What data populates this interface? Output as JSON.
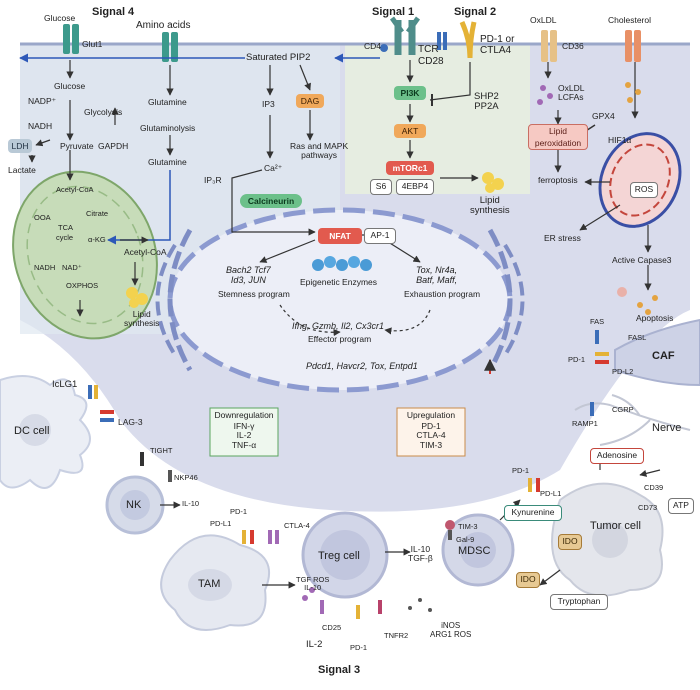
{
  "signals": {
    "s1": "Signal 1",
    "s2": "Signal 2",
    "s3": "Signal 3",
    "s4": "Signal 4"
  },
  "receptors": {
    "glucose": "Glucose",
    "glut1": "Glut1",
    "amino_acids": "Amino acids",
    "cd4": "CD4",
    "tcr": "TCR",
    "cd28": "CD28",
    "pd1_ctla4": "PD-1 or CTLA4",
    "oxldl": "OxLDL",
    "cd36": "CD36",
    "cholesterol": "Cholesterol"
  },
  "metabolism": {
    "glucose_in": "Glucose",
    "nadp": "NADP⁺",
    "nadh": "NADH",
    "glycolysis": "Glycolysis",
    "ldh": "LDH",
    "pyruvate": "Pyruvate",
    "gapdh": "GAPDH",
    "lactate": "Lactate",
    "acetyl_coa_mito": "Acetyl-CoA",
    "citrate": "Citrate",
    "ooa": "OOA",
    "tca": "TCA",
    "cycle": "cycle",
    "akg": "α-KG",
    "nadh2": "NADH",
    "nad": "NAD⁺",
    "oxphos": "OXPHOS",
    "glutamine1": "Glutamine",
    "glutaminolysis": "Glutaminolysis",
    "glutamine2": "Glutamine",
    "acetyl_coa": "Acetyl-CoA",
    "lipid_synthesis_left": "Lipid\nsynthesis"
  },
  "signaling": {
    "pip2": "Saturated PIP2",
    "ip3": "IP3",
    "dag": "DAG",
    "ras": "Ras and MAPK\npathways",
    "ca": "Ca²⁺",
    "ip3r": "IP₃R",
    "calcineurin": "Calcineurin",
    "pi3k": "PI3K",
    "shp2": "SHP2\nPP2A",
    "akt": "AKT",
    "mtorc1": "mTORc1",
    "s6": "S6",
    "4ebp4": "4EBP4",
    "lipid_synthesis_right": "Lipid\nsynthesis"
  },
  "lipid_path": {
    "oxldl_lcfas": "OxLDL\nLCFAs",
    "gpx4": "GPX4",
    "lipid_perox": "Lipid\nperoxidation",
    "ferroptosis": "ferroptosis",
    "hif1a": "HIF1α",
    "ros": "ROS",
    "er_stress": "ER stress",
    "caspase": "Active Capase3",
    "apoptosis": "Apoptosis"
  },
  "nucleus": {
    "nfat": "NFAT",
    "ap1": "AP-1",
    "stemness_genes": "Bach2 Tcf7\nId3, JUN",
    "stemness": "Stemness program",
    "epigenetic": "Epigenetic Enzymes",
    "exhaustion_genes": "Tox, Nr4a,\nBatf, Maff,",
    "exhaustion": "Exhaustion program",
    "effector_genes": "Ifng, Gzmb, Il2, Cx3cr1",
    "effector": "Effector program",
    "exhaustion_markers": "Pdcd1, Havcr2, Tox, Entpd1"
  },
  "regulation": {
    "down_title": "Downregulation",
    "down_items": "IFN-γ\nIL-2\nTNF-α",
    "up_title": "Upregulation",
    "up_items": "PD-1\nCTLA-4\nTIM-3"
  },
  "cells": {
    "dc": "DC cell",
    "nk": "NK",
    "tam": "TAM",
    "treg": "Treg cell",
    "mdsc": "MDSC",
    "tumor": "Tumor cell",
    "caf": "CAF",
    "nerve": "Nerve"
  },
  "interactions": {
    "iclg1": "IcLG1",
    "lag3": "LAG-3",
    "tight": "TIGHT",
    "nkp46": "NKP46",
    "il10_nk": "IL-10",
    "pd1_tam": "PD-1",
    "pdl1_tam": "PD-L1",
    "ctla4": "CTLA-4",
    "tgf_ros": "TGF ROS\nIL-10",
    "cd25": "CD25",
    "il2": "IL-2",
    "pd1_treg": "PD-1",
    "tnfr2": "TNFR2",
    "il10_tgf": "IL-10\nTGF-β",
    "tim3": "TIM-3",
    "gal9": "Gal-9",
    "inos": "iNOS\nARG1 ROS",
    "ido1": "IDO",
    "ido2": "IDO",
    "tryptophan": "Tryptophan",
    "kynurenine": "Kynurenine",
    "pd1_tumor": "PD-1",
    "pdl1_tumor": "PD-L1",
    "adenosine": "Adenosine",
    "cd39": "CD39",
    "cd73": "CD73",
    "atp": "ATP",
    "cgrp": "CGRP",
    "ramp1": "RAMP1",
    "fas": "FAS",
    "fasl": "FASL",
    "pd1_caf": "PD-1",
    "pdl2": "PD-L2"
  },
  "colors": {
    "tcell": "#d9dcec",
    "signal_bg": "#e7eee0",
    "left_bg": "#dfe8f1",
    "mito": "#c7dcb9",
    "membrane": "#8fa0cf",
    "nucleus_line": "#8c9ad0"
  }
}
